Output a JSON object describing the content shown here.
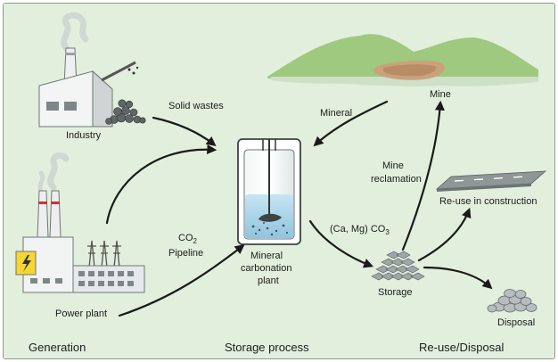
{
  "colors": {
    "background": "#e2efdd",
    "hill": "#9fc97e",
    "pit": "#c9a27c",
    "arrow": "#1a1a1a"
  },
  "labels": {
    "industry": "Industry",
    "solid_wastes": "Solid wastes",
    "power_plant": "Power plant",
    "co2": "CO",
    "co2_sub": "2",
    "pipeline": "Pipeline",
    "mineral": "Mineral",
    "mine": "Mine",
    "mine_reclamation_line1": "Mine",
    "mine_reclamation_line2": "reclamation",
    "plant_line1": "Mineral",
    "plant_line2": "carbonation",
    "plant_line3": "plant",
    "carbonate_prefix": "(Ca, Mg) CO",
    "carbonate_sub": "3",
    "reuse_construction": "Re-use in construction",
    "storage": "Storage",
    "disposal": "Disposal"
  },
  "sections": {
    "generation": "Generation",
    "storage_process": "Storage process",
    "reuse_disposal": "Re-use/Disposal"
  },
  "icons": [
    "factory-icon",
    "power-plant-icon",
    "reactor-icon",
    "mine-hill-icon",
    "road-icon",
    "rock-pile-icon"
  ]
}
